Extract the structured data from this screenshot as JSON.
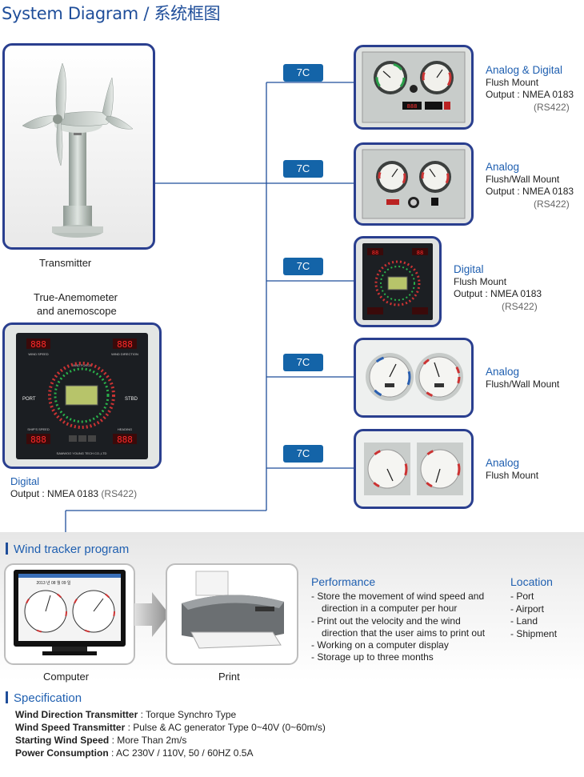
{
  "title": "System Diagram / 系统框图",
  "transmitter": {
    "caption": "Transmitter"
  },
  "main_unit": {
    "caption_line1": "True-Anemometer",
    "caption_line2": "and anemoscope",
    "type": "Digital",
    "output": "Output : NMEA 0183",
    "output_note": "(RS422)",
    "panel": {
      "top_left_label": "WIND SPEED",
      "top_right_label": "WIND DIRECTION",
      "center_label": "WIND FORCE",
      "port": "PORT",
      "stbd": "STBD",
      "bottom_left_label": "SHIP'S SPEED",
      "bottom_right_label": "HEADING",
      "maker": "SAMWOO YOUNG TECH CO.,LTD"
    }
  },
  "tag_label": "7C",
  "displays": [
    {
      "title": "Analog & Digital",
      "line2": "Flush Mount",
      "line3": "Output : NMEA 0183",
      "line4": "(RS422)"
    },
    {
      "title": "Analog",
      "line2": "Flush/Wall Mount",
      "line3": "Output : NMEA 0183",
      "line4": "(RS422)"
    },
    {
      "title": "Digital",
      "line2": "Flush Mount",
      "line3": "Output : NMEA 0183",
      "line4": "(RS422)"
    },
    {
      "title": "Analog",
      "line2": "Flush/Wall Mount"
    },
    {
      "title": "Analog",
      "line2": "Flush Mount"
    }
  ],
  "tracker": {
    "heading": "Wind tracker program",
    "computer_caption": "Computer",
    "print_caption": "Print",
    "screen_text": "2013 년 08 월 09 일"
  },
  "performance": {
    "title": "Performance",
    "items": [
      [
        "- Store the movement of wind speed and",
        "direction in a computer per hour"
      ],
      [
        "- Print out the velocity and the wind",
        "direction that the user aims to print out"
      ],
      [
        "- Working on a computer display"
      ],
      [
        "- Storage up to three months"
      ]
    ]
  },
  "location": {
    "title": "Location",
    "items": [
      "- Port",
      "- Airport",
      "- Land",
      "- Shipment"
    ]
  },
  "specification": {
    "heading": "Specification",
    "rows": [
      {
        "label": "Wind Direction Transmitter",
        "value": " : Torque Synchro Type"
      },
      {
        "label": "Wind Speed Transmitter",
        "value": " : Pulse & AC generator Type 0~40V (0~60m/s)"
      },
      {
        "label": "Starting Wind Speed",
        "value": " : More Than 2m/s"
      },
      {
        "label": "Power Consumption",
        "value": " : AC 230V / 110V, 50 / 60HZ 0.5A"
      }
    ]
  },
  "colors": {
    "accent": "#1f5fb0",
    "frame": "#2a3f8f",
    "tag": "#1464a8"
  }
}
